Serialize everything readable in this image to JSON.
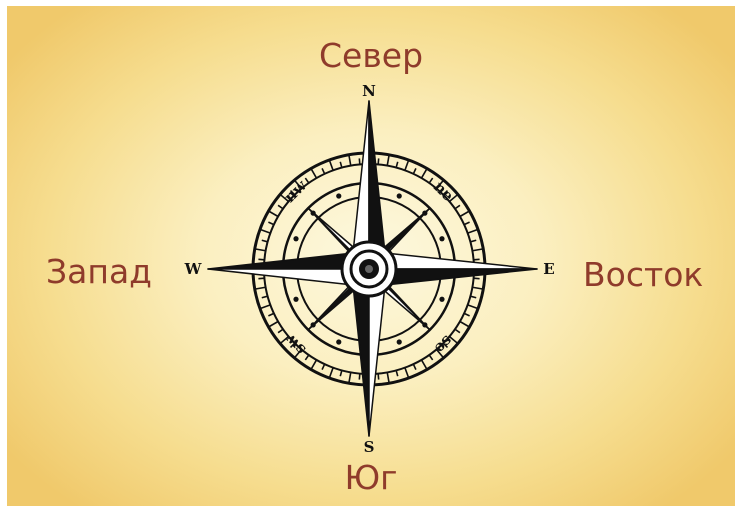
{
  "directions": {
    "north": "Север",
    "south": "Юг",
    "west": "Запад",
    "east": "Восток"
  },
  "compass": {
    "cardinals": {
      "n": "N",
      "s": "S",
      "w": "W",
      "e": "E"
    },
    "intercardinals": {
      "nw": "nw",
      "ne": "ne",
      "sw": "sw",
      "se": "se"
    }
  },
  "colors": {
    "label": "#8f3b2b",
    "ink": "#111111",
    "paper": "#ffffff",
    "background_center": "#fdf8de",
    "background_edge": "#f0c96b"
  }
}
